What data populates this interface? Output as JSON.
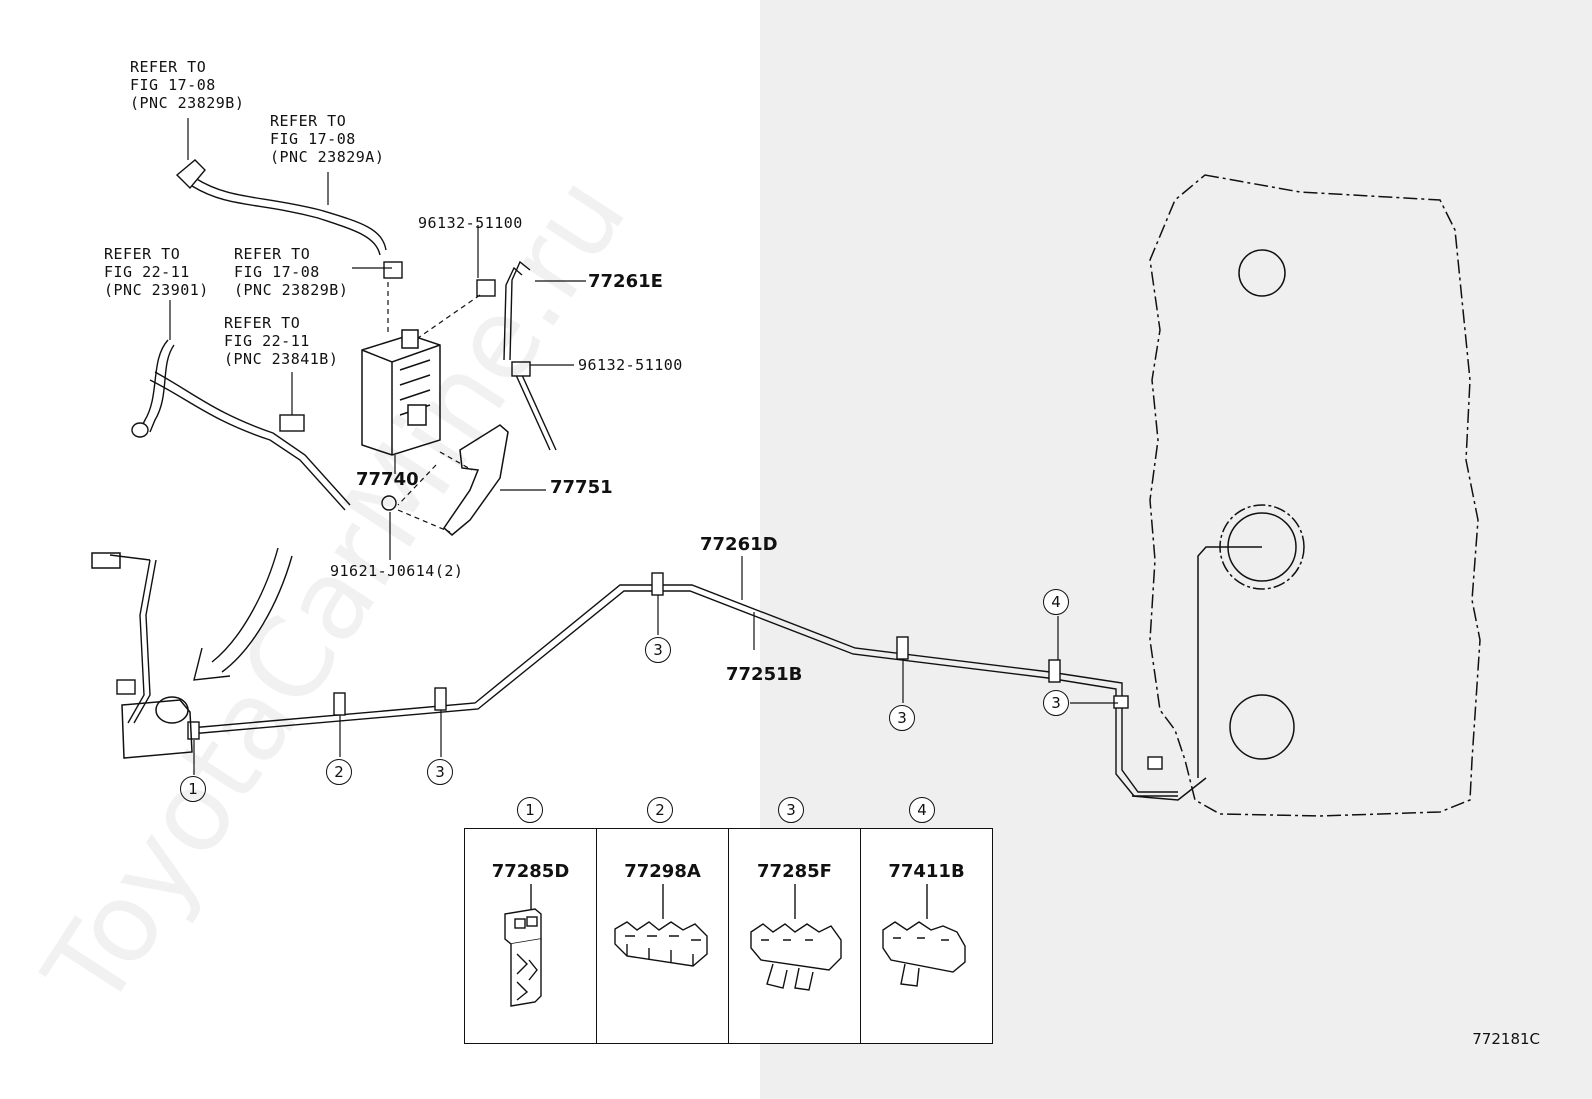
{
  "watermark": "ToyotaCarMine.ru",
  "figure_id": "772181C",
  "references": [
    {
      "line1": "REFER TO",
      "line2": "FIG 17-08",
      "line3": "(PNC 23829B)"
    },
    {
      "line1": "REFER TO",
      "line2": "FIG 17-08",
      "line3": "(PNC 23829A)"
    },
    {
      "line1": "REFER TO",
      "line2": "FIG 22-11",
      "line3": "(PNC 23901)"
    },
    {
      "line1": "REFER TO",
      "line2": "FIG 17-08",
      "line3": "(PNC 23829B)"
    },
    {
      "line1": "REFER TO",
      "line2": "FIG 22-11",
      "line3": "(PNC 23841B)"
    }
  ],
  "parts": {
    "clip_top": "96132-51100",
    "hose": "77261E",
    "clip_side": "96132-51100",
    "canister": "77740",
    "bracket": "77751",
    "bolt": "91621-J0614(2)",
    "tube_upper": "77261D",
    "tube_lower": "77251B"
  },
  "callouts": {
    "c1": "1",
    "c2": "2",
    "c3": "3",
    "c4": "4"
  },
  "legend": [
    {
      "num": "1",
      "code": "77285D"
    },
    {
      "num": "2",
      "code": "77298A"
    },
    {
      "num": "3",
      "code": "77285F"
    },
    {
      "num": "4",
      "code": "77411B"
    }
  ]
}
